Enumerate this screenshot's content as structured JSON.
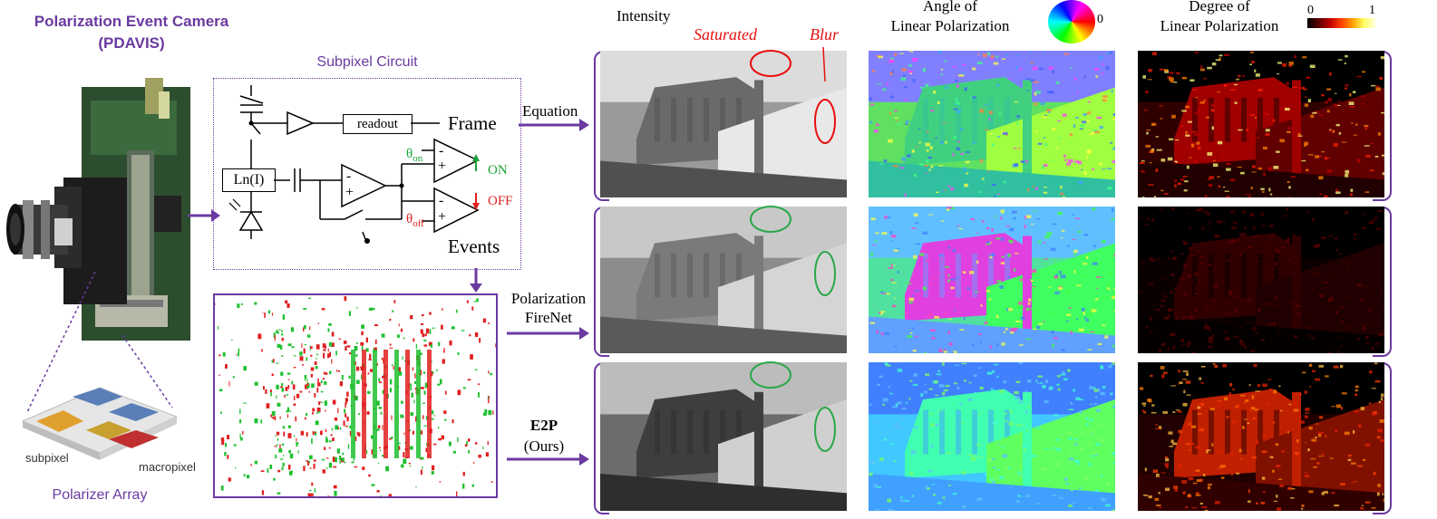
{
  "camera": {
    "title_line1": "Polarization Event Camera",
    "title_line2": "(PDAVIS)"
  },
  "polarizer": {
    "title": "Polarizer Array",
    "label_subpixel": "subpixel",
    "label_macropixel": "macropixel"
  },
  "circuit": {
    "title": "Subpixel Circuit",
    "readout": "readout",
    "frame": "Frame",
    "ln": "Ln(I)",
    "theta_on": "θ",
    "theta_on_sub": "on",
    "theta_off": "θ",
    "theta_off_sub": "off",
    "on": "ON",
    "off": "OFF",
    "events": "Events",
    "minus": "-",
    "plus": "+"
  },
  "methods": {
    "equation": "Equation",
    "firenet_line1": "Polarization",
    "firenet_line2": "FireNet",
    "e2p_line1": "E2P",
    "e2p_line2": "(Ours)"
  },
  "columns": {
    "intensity": "Intensity",
    "aolp_line1": "Angle of",
    "aolp_line2": "Linear Polarization",
    "aolp_zero": "0",
    "dolp_line1": "Degree of",
    "dolp_line2": "Linear Polarization",
    "dolp_min": "0",
    "dolp_max": "1"
  },
  "annotations": {
    "saturated": "Saturated",
    "blur": "Blur"
  },
  "colors": {
    "accent": "#6a3aa0",
    "on": "#1aa33a",
    "off": "#e02020",
    "annotation_red": "#e81010",
    "annotation_green": "#2aa84a"
  }
}
